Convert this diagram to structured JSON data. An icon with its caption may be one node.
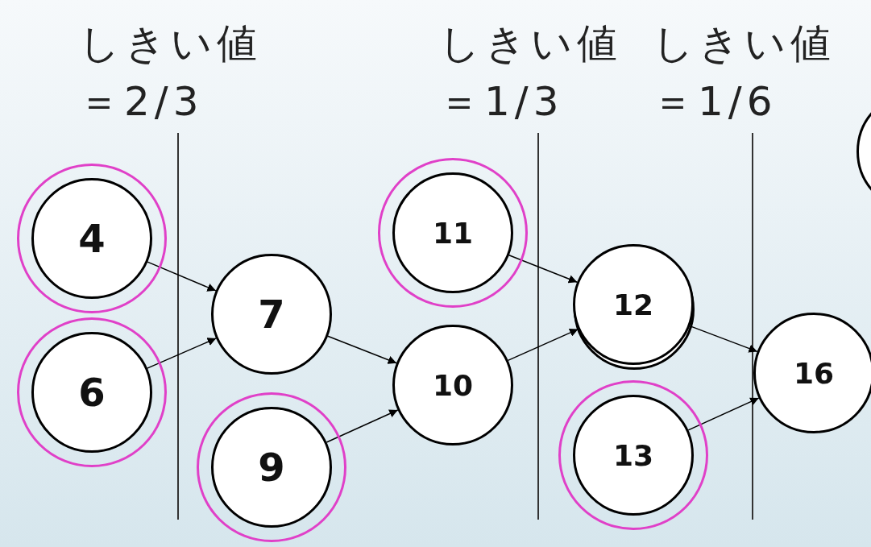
{
  "diagram": {
    "nodes": [
      {
        "text": [
          "4"
        ]
      },
      {
        "text": [
          "6"
        ]
      },
      {
        "text": [
          "7"
        ]
      },
      {
        "text": [
          "9"
        ]
      },
      {
        "text": [
          "10"
        ]
      },
      {
        "text": [
          "11"
        ]
      },
      {
        "text": [
          "12"
        ]
      },
      {
        "text": [
          "13"
        ]
      },
      {
        "text": [
          "16"
        ]
      },
      {
        "text": [],
        "shape": "circle"
      }
    ],
    "edges": [
      {
        "from": 0,
        "to": 2,
        "arrow": "to"
      },
      {
        "from": 1,
        "to": 2,
        "arrow": "to"
      },
      {
        "from": 2,
        "to": 4,
        "arrow": "to"
      },
      {
        "from": 3,
        "to": 4,
        "arrow": "to"
      },
      {
        "from": 4,
        "to": 6,
        "arrow": "to"
      },
      {
        "from": 5,
        "to": 6,
        "arrow": "to"
      },
      {
        "from": 6,
        "to": 8,
        "arrow": "to"
      },
      {
        "from": 7,
        "to": 8,
        "arrow": "to"
      }
    ],
    "labels": [
      "しきい値＝2/3",
      "しきい値＝1/3",
      "しきい値＝1/6"
    ]
  }
}
